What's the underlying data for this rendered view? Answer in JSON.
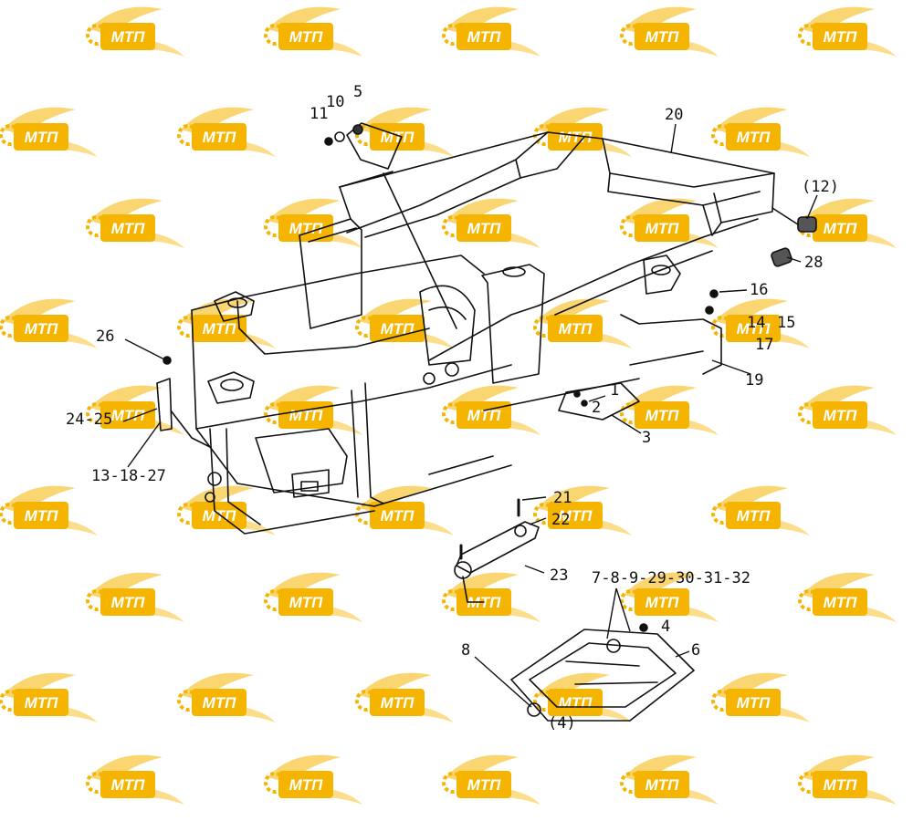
{
  "watermark": {
    "text": "МТП",
    "primary_color": "#f5b400",
    "secondary_color": "#f9cf5a",
    "text_color": "#ffffff",
    "icon": "gear-wing-logo"
  },
  "diagram": {
    "line_color": "#111111",
    "callouts": [
      {
        "id": "c1",
        "text": "1"
      },
      {
        "id": "c2",
        "text": "2"
      },
      {
        "id": "c3",
        "text": "3"
      },
      {
        "id": "c4",
        "text": "4"
      },
      {
        "id": "c4p",
        "text": "(4)"
      },
      {
        "id": "c5",
        "text": "5"
      },
      {
        "id": "c6",
        "text": "6"
      },
      {
        "id": "c7",
        "text": "7-8-9-29-30-31-32"
      },
      {
        "id": "c8",
        "text": "8"
      },
      {
        "id": "c10",
        "text": "10"
      },
      {
        "id": "c11",
        "text": "11"
      },
      {
        "id": "c12",
        "text": "(12)"
      },
      {
        "id": "c13",
        "text": "13-18-27"
      },
      {
        "id": "c14",
        "text": "14"
      },
      {
        "id": "c15",
        "text": "15"
      },
      {
        "id": "c16",
        "text": "16"
      },
      {
        "id": "c17",
        "text": "17"
      },
      {
        "id": "c19",
        "text": "19"
      },
      {
        "id": "c20",
        "text": "20"
      },
      {
        "id": "c21",
        "text": "21"
      },
      {
        "id": "c22",
        "text": "22"
      },
      {
        "id": "c23",
        "text": "23"
      },
      {
        "id": "c24",
        "text": "24-25"
      },
      {
        "id": "c26",
        "text": "26"
      },
      {
        "id": "c28",
        "text": "28"
      }
    ]
  }
}
